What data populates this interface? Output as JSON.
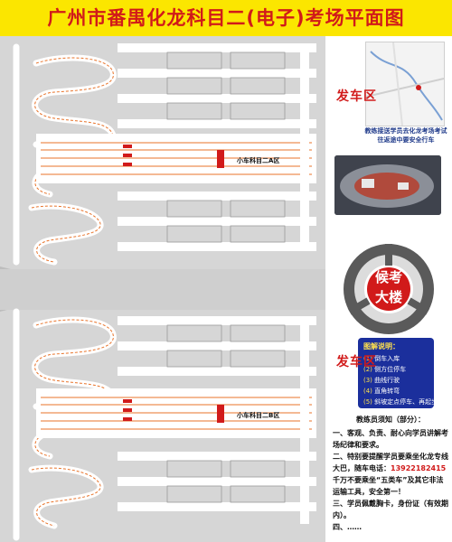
{
  "title": "广州市番禺化龙科目二(电子)考场平面图",
  "map": {
    "zone_a_label": "小车科目二A区",
    "zone_b_label": "小车科目二B区"
  },
  "side": {
    "mini_map_note": "教练接送学员去化龙考场考试 往返途中要安全行车",
    "depart_label_top": "发车区",
    "depart_label_bottom": "发车区",
    "waiting_building": [
      "候考",
      "大楼"
    ],
    "legend": {
      "title": "图解说明：",
      "items": [
        {
          "num": "(1)",
          "text": "倒车入库"
        },
        {
          "num": "(2)",
          "text": "侧方位停车"
        },
        {
          "num": "(3)",
          "text": "曲线行驶"
        },
        {
          "num": "(4)",
          "text": "直角转弯"
        },
        {
          "num": "(5)",
          "text": "斜坡定点停车、再起步"
        }
      ]
    },
    "notice": {
      "title": "教练员须知（部分）：",
      "line1": "一、客观、负责、耐心向学员讲解考场纪律和要求。",
      "line2_pre": "二、特别要提醒学员要乘坐化龙专线大巴，随车电话：",
      "phone": "13922182415",
      "line2_post": "千万不要乘坐“五类车”及其它非法运输工具，安全第一！",
      "line3": "三、学员佩戴胸卡，身份证（有效期内）。",
      "line4": "四、……"
    }
  },
  "colors": {
    "title_bg": "#fbe600",
    "title_text": "#d11a1a",
    "road": "#ffffff",
    "ground": "#d9d9d9",
    "lane_line": "#e8732a",
    "legend_bg": "#1b2f9c"
  }
}
